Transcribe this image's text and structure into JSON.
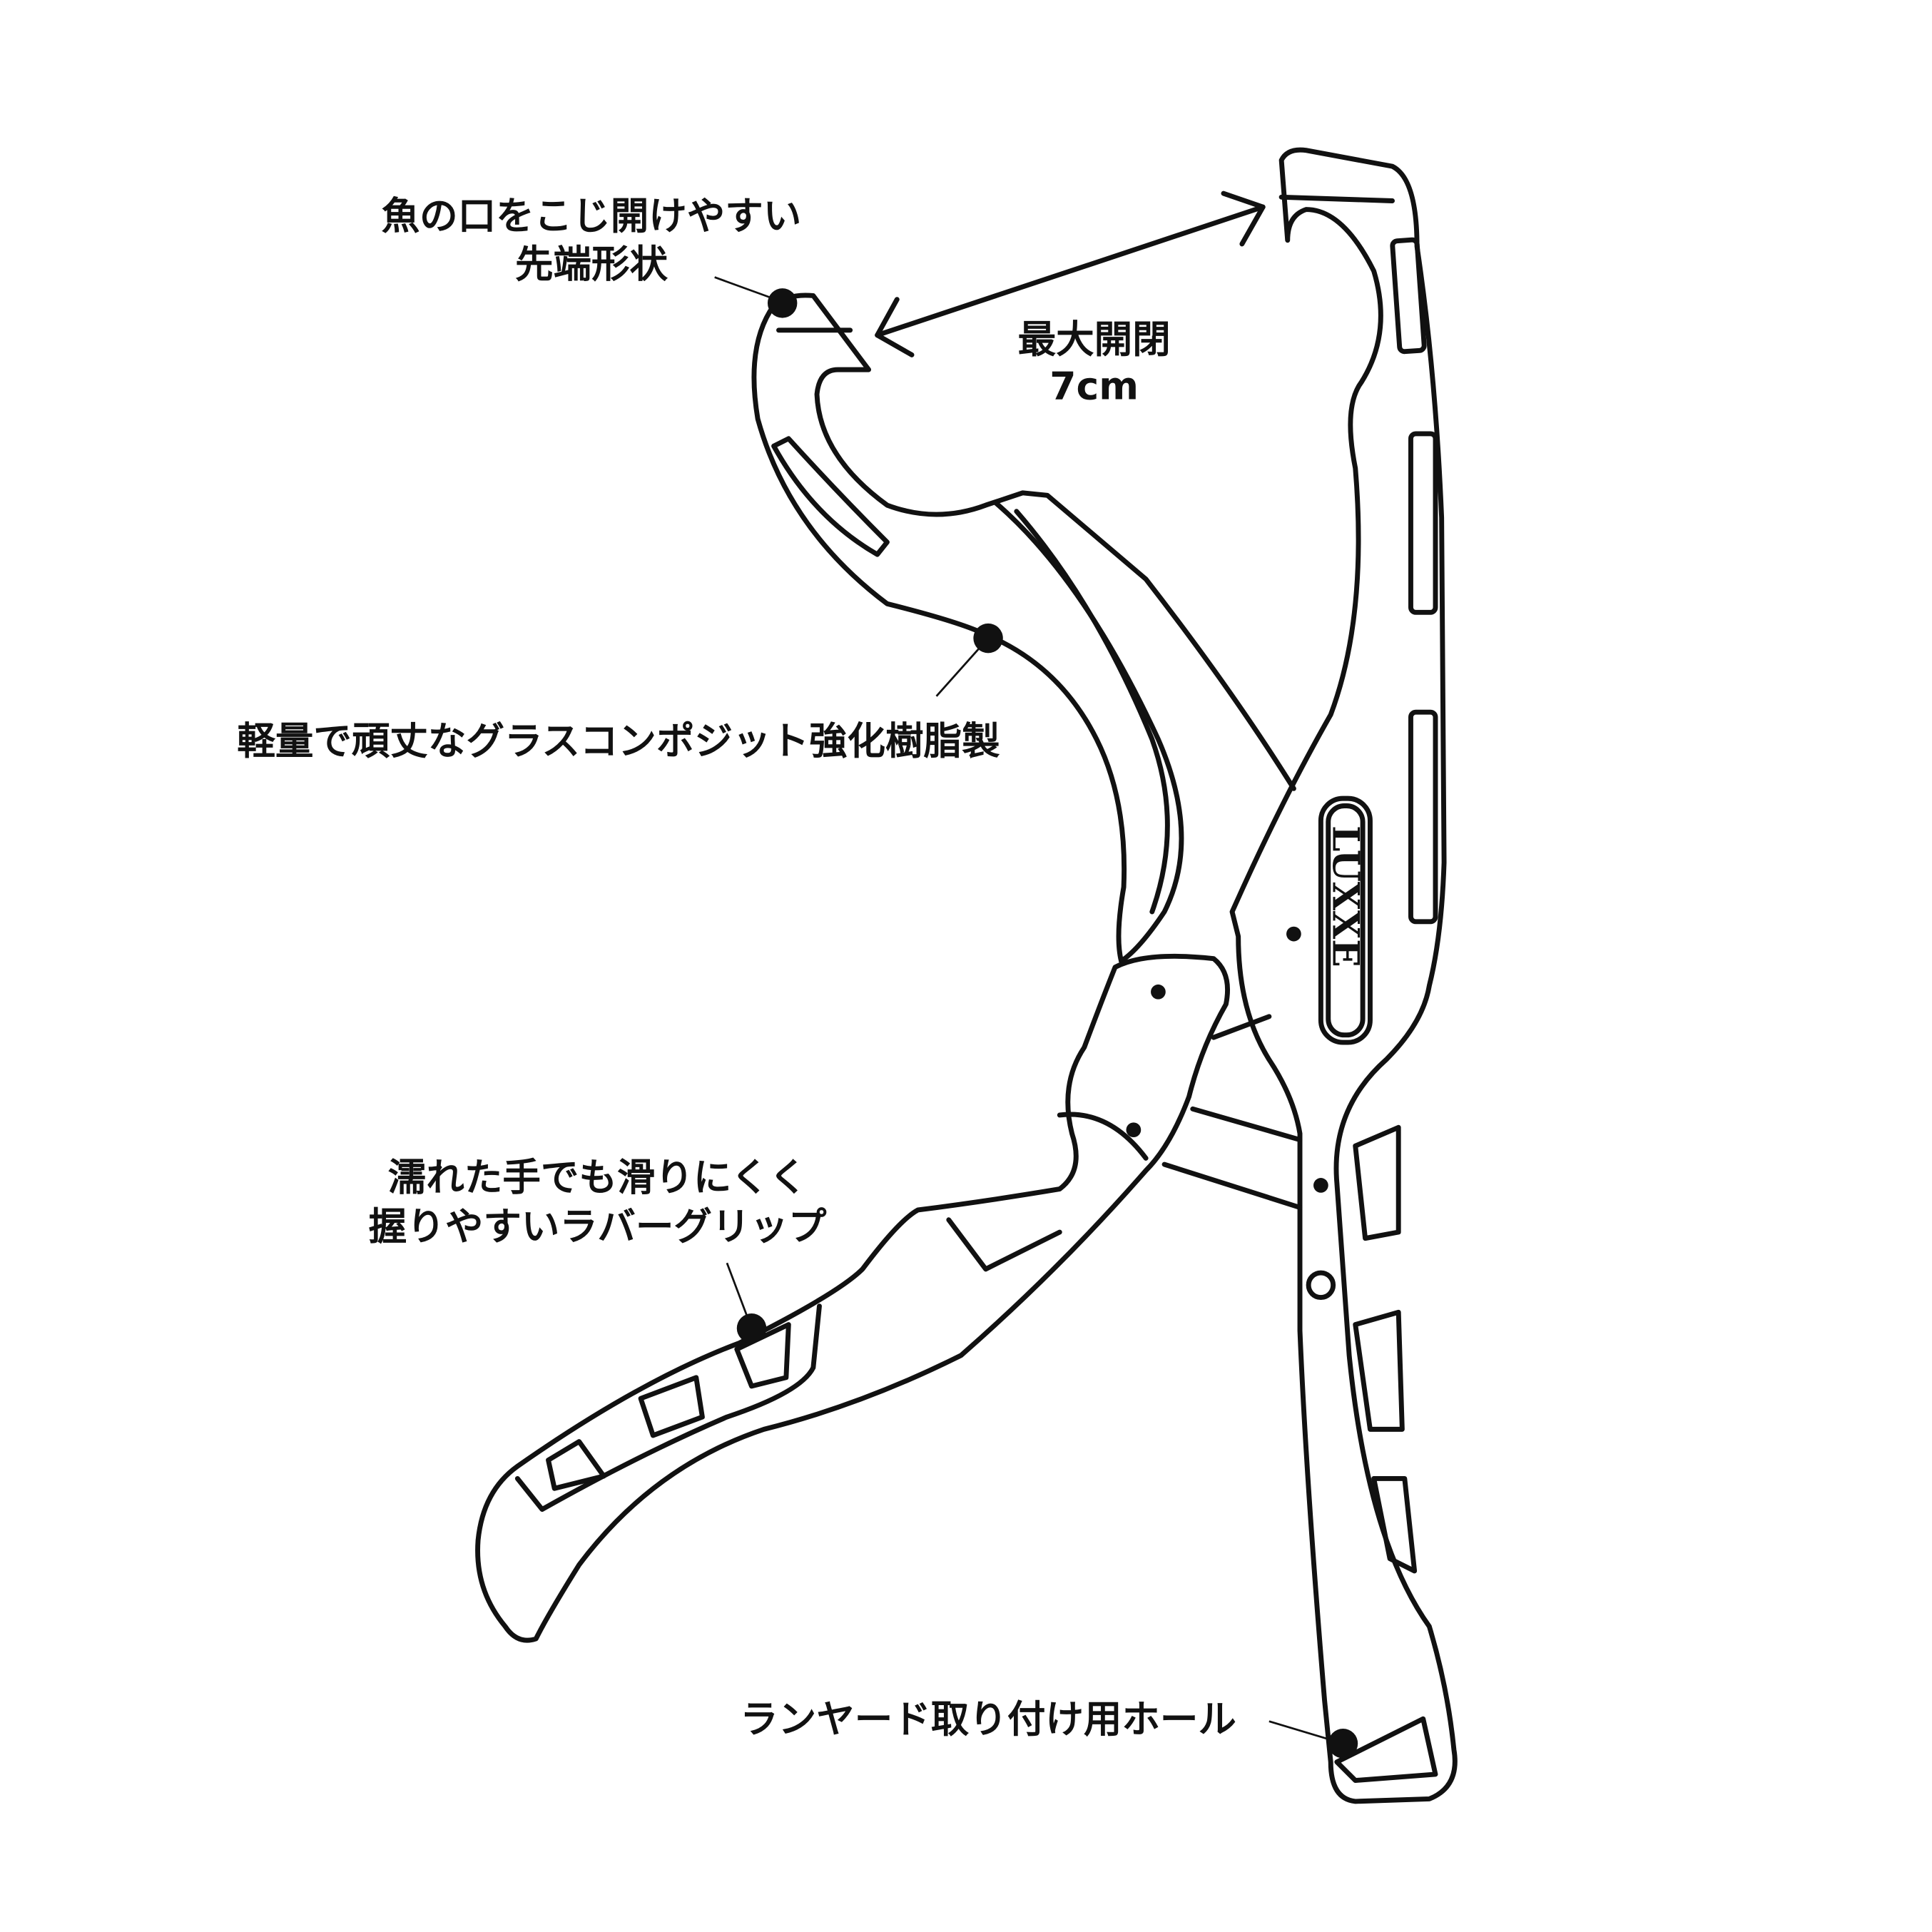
{
  "annotations": {
    "tip": {
      "line1": "魚の口をこじ開けやすい",
      "line2": "先端形状"
    },
    "opening": {
      "line1": "最大開閉",
      "line2": "7cm"
    },
    "material": {
      "text": "軽量で頑丈なグラスコンポジット強化樹脂製"
    },
    "grip": {
      "line1": "濡れた手でも滑りにくく",
      "line2": "握りやすいラバーグリップ"
    },
    "lanyard": {
      "text": "ランヤード取り付け用ホール"
    }
  },
  "logo": {
    "text": "LUXXE"
  },
  "colors": {
    "line": "#111111",
    "background": "#ffffff"
  }
}
